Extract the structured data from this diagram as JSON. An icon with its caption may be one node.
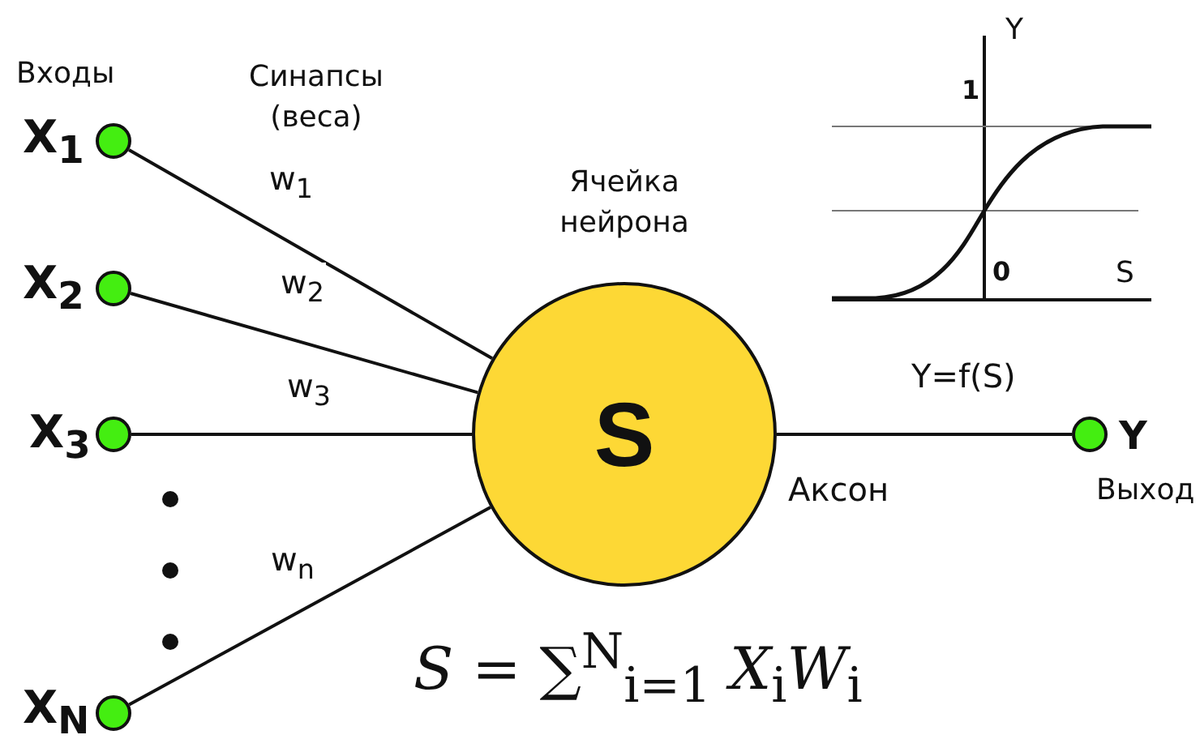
{
  "diagram": {
    "nodes": [
      {
        "text": [],
        "shape": "circle",
        "beside": [
          "X$_{1}$"
        ]
      },
      {
        "text": [],
        "shape": "circle",
        "beside": [
          "X$_{2}$"
        ]
      },
      {
        "text": [],
        "shape": "circle",
        "beside": [
          "X$_{3}$"
        ]
      },
      {
        "text": [],
        "shape": "circle",
        "beside": [
          "X$_{N}$"
        ]
      },
      {
        "text": [
          "S"
        ],
        "beside": [
          "Ячейка нейрона"
        ]
      },
      {
        "text": [],
        "shape": "circle",
        "beside": [
          "Y",
          "Выход"
        ]
      }
    ],
    "edges": [
      {
        "from": 0,
        "to": 4,
        "arrow": "none",
        "label": "w$_{1}$"
      },
      {
        "from": 1,
        "to": 4,
        "arrow": "none",
        "label": "w$_{2}$"
      },
      {
        "from": 2,
        "to": 4,
        "arrow": "none",
        "label": "w$_{3}$"
      },
      {
        "from": 3,
        "to": 4,
        "arrow": "none",
        "label": "w$_{n}$"
      },
      {
        "from": 4,
        "to": 5,
        "arrow": "none",
        "label": "Аксон"
      }
    ],
    "labels": [
      "Входы",
      "Синапсы (веса)",
      "Y",
      "1",
      "0",
      "S",
      "Y=f(S)",
      "*S* = ∑$^{N}$$_{i=1}$ *X*$_{i}$*W*$_{i}$"
    ]
  }
}
